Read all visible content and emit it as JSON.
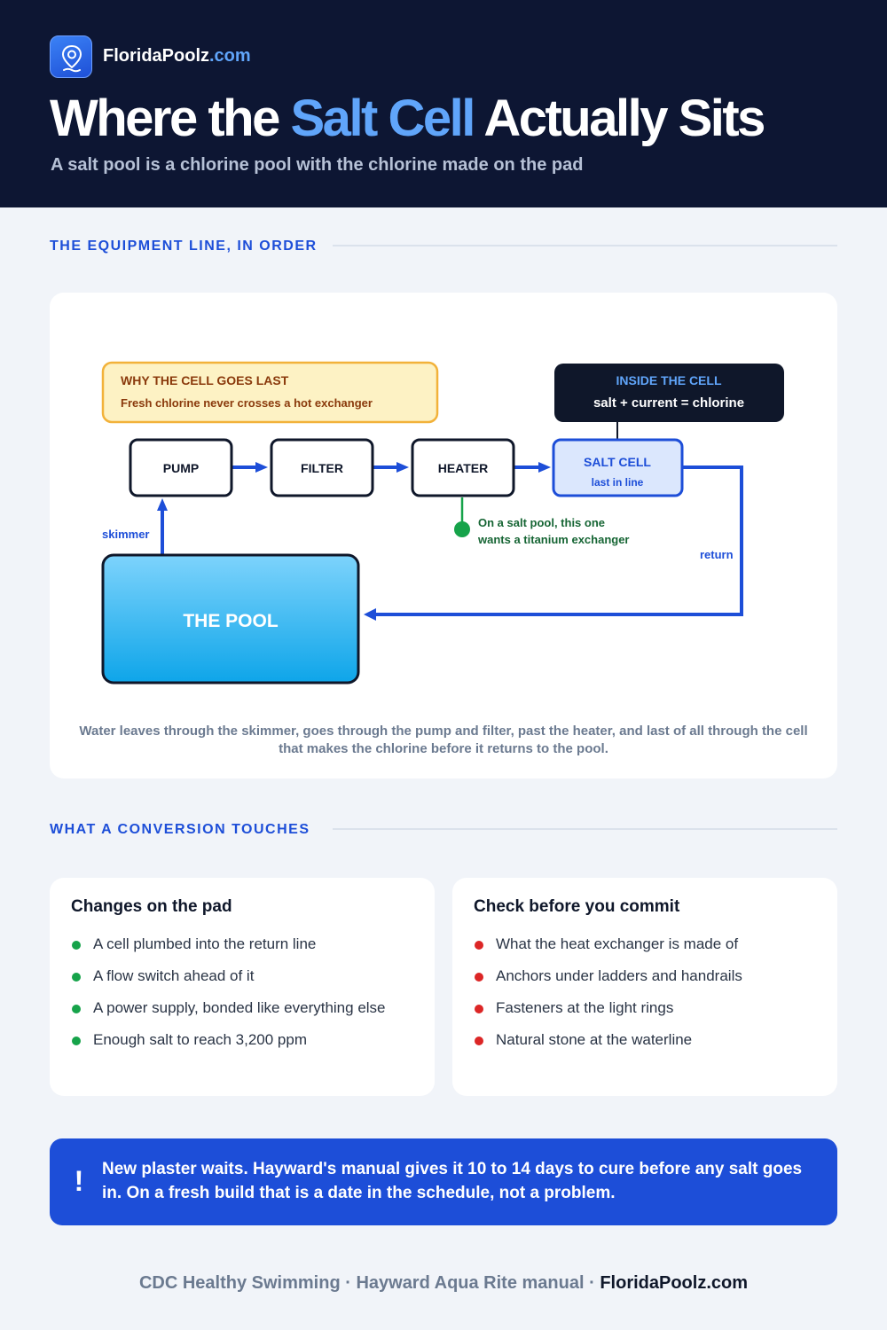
{
  "header": {
    "brand_name": "FloridaPoolz",
    "brand_tld": ".com",
    "title_before": "Where the ",
    "title_highlight": "Salt Cell",
    "title_after": " Actually Sits",
    "subtitle": "A salt pool is a chlorine pool with the chlorine made on the pad"
  },
  "sections": {
    "equipment": "THE EQUIPMENT LINE, IN ORDER",
    "conversion": "WHAT A CONVERSION TOUCHES"
  },
  "diagram": {
    "why_title": "WHY THE CELL GOES LAST",
    "why_text": "Fresh chlorine never crosses a hot exchanger",
    "inside_title": "INSIDE THE CELL",
    "inside_text": "salt + current = chlorine",
    "pump": "PUMP",
    "filter": "FILTER",
    "heater": "HEATER",
    "salt_cell": "SALT CELL",
    "salt_cell_sub": "last in line",
    "heater_note_line1": "On a salt pool, this one",
    "heater_note_line2": "wants a titanium exchanger",
    "skimmer": "skimmer",
    "return": "return",
    "pool": "THE POOL",
    "caption": "Water leaves through the skimmer, goes through the pump and filter, past the heater, and last of all through the cell that makes the chlorine before it returns to the pool."
  },
  "changes": {
    "title": "Changes on the pad",
    "items": [
      "A cell plumbed into the return line",
      "A flow switch ahead of it",
      "A power supply, bonded like everything else",
      "Enough salt to reach 3,200 ppm"
    ]
  },
  "checks": {
    "title": "Check before you commit",
    "items": [
      "What the heat exchanger is made of",
      "Anchors under ladders and handrails",
      "Fasteners at the light rings",
      "Natural stone at the waterline"
    ]
  },
  "note": {
    "lead": "New plaster waits.",
    "text": " Hayward's manual gives it 10 to 14 days to cure before any salt goes in. On a fresh build that is a date in the schedule, not a problem."
  },
  "footer": {
    "sources": "CDC Healthy Swimming · Hayward Aqua Rite manual · ",
    "site": "FloridaPoolz.com"
  },
  "colors": {
    "navy": "#0d1633",
    "accent_blue": "#1d4ed8",
    "highlight_blue": "#60a5fa",
    "green": "#16a34a",
    "red": "#dc2626",
    "amber_bg": "#fdf2c4",
    "amber_border": "#f2b23a"
  },
  "icons": {
    "logo": "pool-pin-icon",
    "alert": "exclamation-icon",
    "changes_bullet": "green-dot-icon",
    "checks_bullet": "red-dot-icon"
  }
}
